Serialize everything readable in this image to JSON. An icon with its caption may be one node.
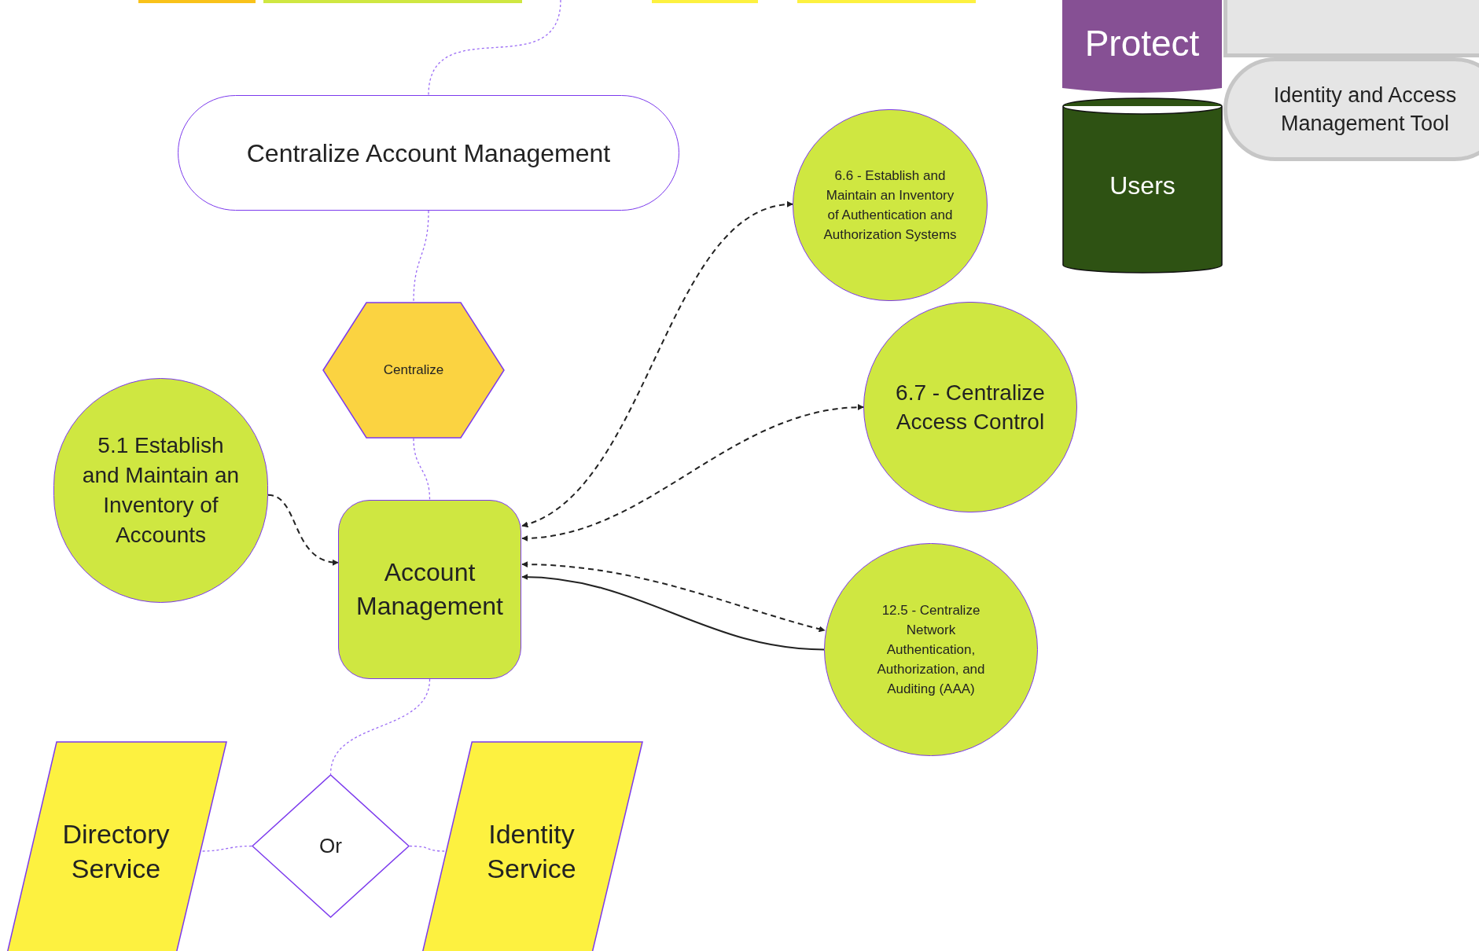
{
  "diagram": {
    "nodes": [
      {
        "text": [
          "Centralize Account Management"
        ]
      },
      {
        "text": [
          "Centralize"
        ]
      },
      {
        "text": [
          "5.1 Establish and Maintain an Inventory of Accounts"
        ]
      },
      {
        "text": [
          "Account Management"
        ]
      },
      {
        "text": [
          "6.6 - Establish and Maintain an Inventory of Authentication and Authorization Systems"
        ]
      },
      {
        "text": [
          "6.7 - Centralize Access Control"
        ]
      },
      {
        "text": [
          "12.5 - Centralize Network Authentication, Authorization, and Auditing (AAA)"
        ]
      },
      {
        "text": [
          "Or"
        ]
      },
      {
        "text": [
          "Directory Service"
        ]
      },
      {
        "text": [
          "Identity Service"
        ]
      },
      {
        "text": [
          "Protect"
        ]
      },
      {
        "text": [
          "Users"
        ]
      },
      {
        "text": [
          "Identity and Access Management Tool"
        ]
      }
    ],
    "edges": [
      {
        "from": null,
        "to": 0,
        "arrow": "none",
        "style": "dashed"
      },
      {
        "from": 0,
        "to": 1,
        "arrow": "none",
        "style": "dashed"
      },
      {
        "from": 1,
        "to": 3,
        "arrow": "none",
        "style": "dashed"
      },
      {
        "from": 2,
        "to": 3,
        "arrow": "to",
        "style": "dashed",
        "color": "#222222"
      },
      {
        "from": 3,
        "to": 4,
        "arrow": "both",
        "style": "dashed",
        "color": "#222222"
      },
      {
        "from": 3,
        "to": 5,
        "arrow": "both",
        "style": "dashed",
        "color": "#222222"
      },
      {
        "from": 3,
        "to": 6,
        "arrow": "both",
        "style": "dashed",
        "color": "#222222"
      },
      {
        "from": 6,
        "to": 3,
        "arrow": "to",
        "color": "#222222"
      },
      {
        "from": 3,
        "to": 7,
        "arrow": "none",
        "style": "dashed"
      },
      {
        "from": 7,
        "to": 8,
        "arrow": "none",
        "style": "dashed"
      },
      {
        "from": 7,
        "to": 9,
        "arrow": "none",
        "style": "dashed"
      }
    ]
  }
}
